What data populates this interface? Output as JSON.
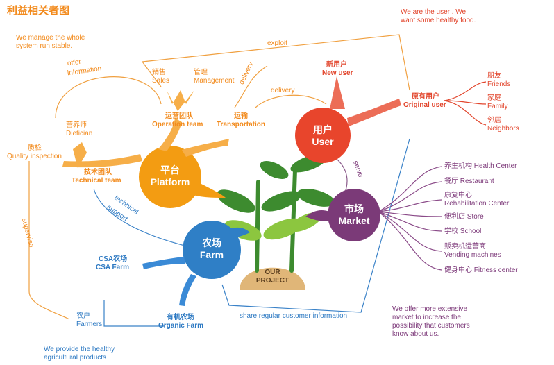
{
  "title": "利益相关者图",
  "colors": {
    "platform": "#f39c12",
    "user": "#e8452c",
    "market": "#7b3a78",
    "farm": "#2f7fc6",
    "plant_dark": "#3d8b2f",
    "plant_light": "#8cc63f",
    "mound": "#e0b678"
  },
  "notes": {
    "platform": [
      "We manage the whole",
      "system run stable."
    ],
    "user": [
      "We are the user . We",
      "want some healthy food."
    ],
    "market": [
      "We offer more extensive",
      "market to increase the",
      "possibility that customers",
      "know about us."
    ],
    "farm": [
      "We provide the healthy",
      "agricultural products"
    ]
  },
  "nodes": {
    "platform": {
      "cn": "平台",
      "en": "Platform"
    },
    "user": {
      "cn": "用户",
      "en": "User"
    },
    "market": {
      "cn": "市场",
      "en": "Market"
    },
    "farm": {
      "cn": "农场",
      "en": "Farm"
    },
    "project": [
      "OUR",
      "PROJECT"
    ]
  },
  "platform_items": {
    "operation_team": {
      "cn": "运营团队",
      "en": "Operation team"
    },
    "sales": {
      "cn": "销售",
      "en": "Sales"
    },
    "management": {
      "cn": "管理",
      "en": "Management"
    },
    "transportation": {
      "cn": "运输",
      "en": "Transportation"
    },
    "technical_team": {
      "cn": "技术团队",
      "en": "Technical team"
    },
    "dietician": {
      "cn": "营养师",
      "en": "Dietician"
    },
    "quality": {
      "cn": "质检",
      "en": "Quality inspection"
    }
  },
  "user_items": {
    "new_user": {
      "cn": "新用户",
      "en": "New user"
    },
    "original_user": {
      "cn": "原有用户",
      "en": "Original user"
    },
    "friends": {
      "cn": "朋友",
      "en": "Friends"
    },
    "family": {
      "cn": "家庭",
      "en": "Family"
    },
    "neighbors": {
      "cn": "邻居",
      "en": "Neighbors"
    }
  },
  "market_items": [
    {
      "label": "养生机构 Health Center"
    },
    {
      "label": "餐厅 Restaurant"
    },
    {
      "label": "康复中心",
      "label2": "Rehabilitation Center"
    },
    {
      "label": "便利店 Store"
    },
    {
      "label": "学校 School"
    },
    {
      "label": "贩卖机运营商",
      "label2": "Vending machines"
    },
    {
      "label": "健身中心 Fitness center"
    }
  ],
  "farm_items": {
    "csa_farm": {
      "cn": "CSA农场",
      "en": "CSA Farm"
    },
    "organic_farm": {
      "cn": "有机农场",
      "en": "Organic Farm"
    },
    "farmers": {
      "cn": "农户",
      "en": "Farmers"
    }
  },
  "relations": {
    "exploit": "exploit",
    "offer_information": [
      "offer",
      "information"
    ],
    "delivery_vertical": "delivery",
    "delivery": "delivery",
    "serve": "serve",
    "technical_support": [
      "technical",
      "support"
    ],
    "supervise": "supervise",
    "share_info": "share regular customer information"
  }
}
